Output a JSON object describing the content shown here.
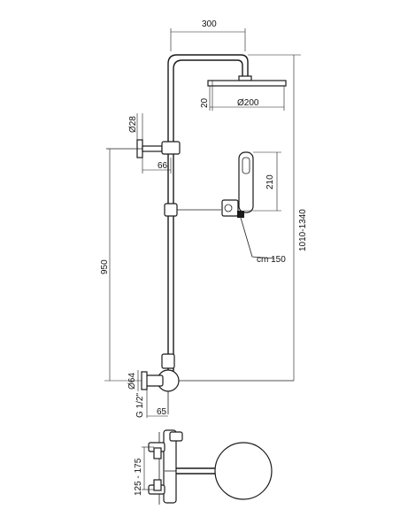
{
  "dimensions": {
    "arm_length": "300",
    "head_height": "20",
    "head_diameter": "Ø200",
    "bracket_diameter": "Ø28",
    "bracket_offset": "66",
    "hand_shower_length": "210",
    "total_height": "1010-1340",
    "hose_length": "cm 150",
    "mixer_height": "950",
    "mixer_diameter": "Ø64",
    "mixer_offset": "65",
    "inlet_thread": "G 1/2\"",
    "inlet_centers": "125 - 175"
  }
}
